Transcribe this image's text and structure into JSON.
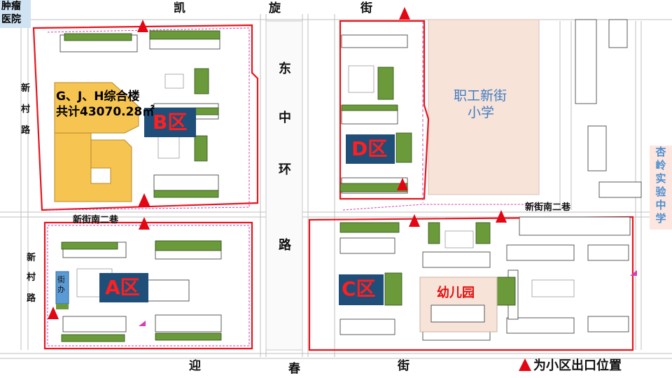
{
  "corner_label": [
    "肿瘤",
    "医院"
  ],
  "streets": {
    "kaixuan_jie": [
      "凯",
      "旋",
      "街"
    ],
    "yingchun_jie": [
      "迎",
      "春",
      "街"
    ],
    "dongzhong_huanlu": [
      "东",
      "中",
      "环",
      "路"
    ],
    "xincun_lu_left": [
      "新",
      "村",
      "路"
    ],
    "xincun_lu_lower": [
      "新",
      "村",
      "路"
    ],
    "xinjie_nan_erxiang": "新街南二巷",
    "xinjie_nan_erxiang_east": "新街南二巷"
  },
  "zones": {
    "a": "A区",
    "b": "B区",
    "c": "C区",
    "d": "D区"
  },
  "landmarks": {
    "complex_building": [
      "G、J、H综合楼",
      "共计43070.28㎡"
    ],
    "school": [
      "职工新街",
      "小学"
    ],
    "kindergarten": "幼儿园",
    "middle_school": [
      "杏",
      "岭",
      "实",
      "验",
      "中",
      "学"
    ],
    "jieban": [
      "街",
      "办"
    ]
  },
  "legend": {
    "label": "为小区出口位置",
    "icon": "red-triangle-exit-marker"
  },
  "colors": {
    "boundary": "#e8141c",
    "building_green": "#6a9a3a",
    "complex_yellow": "#f6c451",
    "zone_label_bg": "#1f4e79",
    "zone_label_text": "#ff1f1f",
    "exit_marker": "#e30613",
    "school_bg": "#f8e3d9",
    "middle_school_bg": "#fde6df",
    "corner_bg": "#cfe3f3"
  }
}
